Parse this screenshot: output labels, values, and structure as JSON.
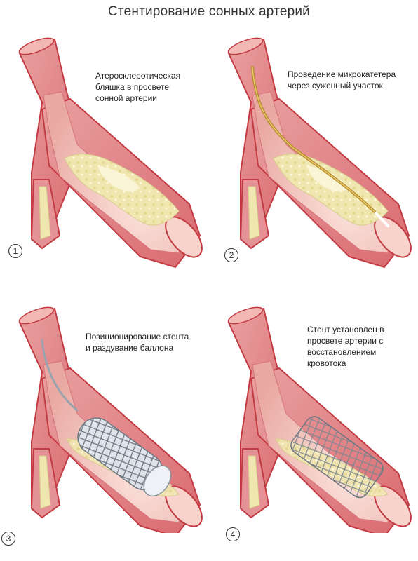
{
  "title": "Стентирование сонных артерий",
  "panels": [
    {
      "number": "1",
      "caption": "Атеросклеротическая\nбляшка в просвете\nсонной артерии"
    },
    {
      "number": "2",
      "caption": "Проведение микрокатетера\nчерез суженный участок"
    },
    {
      "number": "3",
      "caption": "Позиционирование стента\nи раздувание баллона"
    },
    {
      "number": "4",
      "caption": "Стент установлен в\nпросвете артерии с\nвосстановлением\nкровотока"
    }
  ],
  "colors": {
    "vessel_wall": "#e0858a",
    "vessel_outline": "#c23b42",
    "lumen": "#f4c2b8",
    "plaque": "#f0e7b0",
    "catheter": "#b58a2a",
    "stent": "#9aa3ad"
  }
}
